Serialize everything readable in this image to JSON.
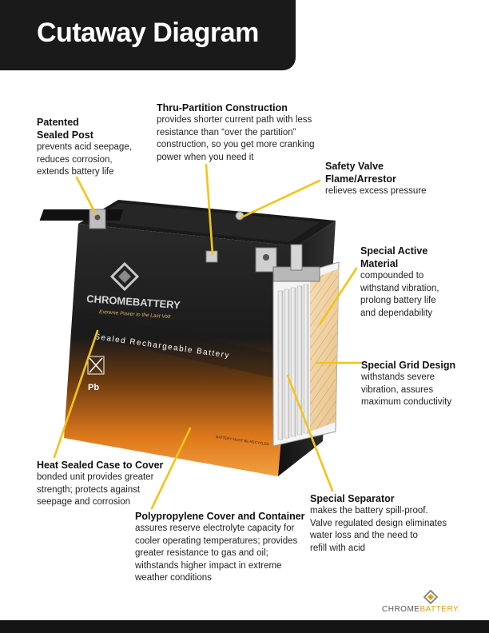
{
  "title": "Cutaway Diagram",
  "callouts": {
    "sealed_post": {
      "head": [
        "Patented",
        "Sealed Post"
      ],
      "desc": [
        "prevents acid seepage,",
        "reduces corrosion,",
        "extends battery life"
      ]
    },
    "thru_partition": {
      "head": [
        "Thru-Partition Construction"
      ],
      "desc": [
        "provides shorter current path with less",
        "resistance than “over the partition”",
        "construction, so you get more cranking",
        "power when you need it"
      ]
    },
    "safety_valve": {
      "head": [
        "Safety Valve",
        "Flame/Arrestor"
      ],
      "desc": [
        "relieves excess pressure"
      ]
    },
    "active_material": {
      "head": [
        "Special Active",
        "Material"
      ],
      "desc": [
        "compounded to",
        "withstand vibration,",
        "prolong battery life",
        "and dependability"
      ]
    },
    "grid_design": {
      "head": [
        "Special Grid Design"
      ],
      "desc": [
        "withstands severe",
        "vibration, assures",
        "maximum conductivity"
      ]
    },
    "heat_sealed": {
      "head": [
        "Heat Sealed Case to Cover"
      ],
      "desc": [
        "bonded unit provides greater",
        "strength; protects against",
        "seepage and corrosion"
      ]
    },
    "polypropylene": {
      "head": [
        "Polypropylene Cover and Container"
      ],
      "desc": [
        "assures reserve electrolyte capacity for",
        "cooler operating temperatures; provides",
        "greater resistance to gas and oil;",
        "withstands higher impact in extreme",
        "weather conditions"
      ]
    },
    "separator": {
      "head": [
        "Special Separator"
      ],
      "desc": [
        "makes the battery spill-proof.",
        "Valve regulated design eliminates",
        "water loss and the need to",
        "refill with acid"
      ]
    }
  },
  "battery": {
    "brand": "CHROMEBATTERY",
    "tagline": "Extreme Power to the Last Volt",
    "band_text": "Sealed Rechargeable Battery",
    "pb_label": "Pb",
    "recycle_text": "BATTERY MUST BE RECYCLED"
  },
  "footer": {
    "brand_part1": "CHROME",
    "brand_part2": "BATTERY."
  },
  "colors": {
    "leader": "#f2c418",
    "accent_orange": "#e07a1c",
    "title_bg": "#1a1a1a"
  }
}
